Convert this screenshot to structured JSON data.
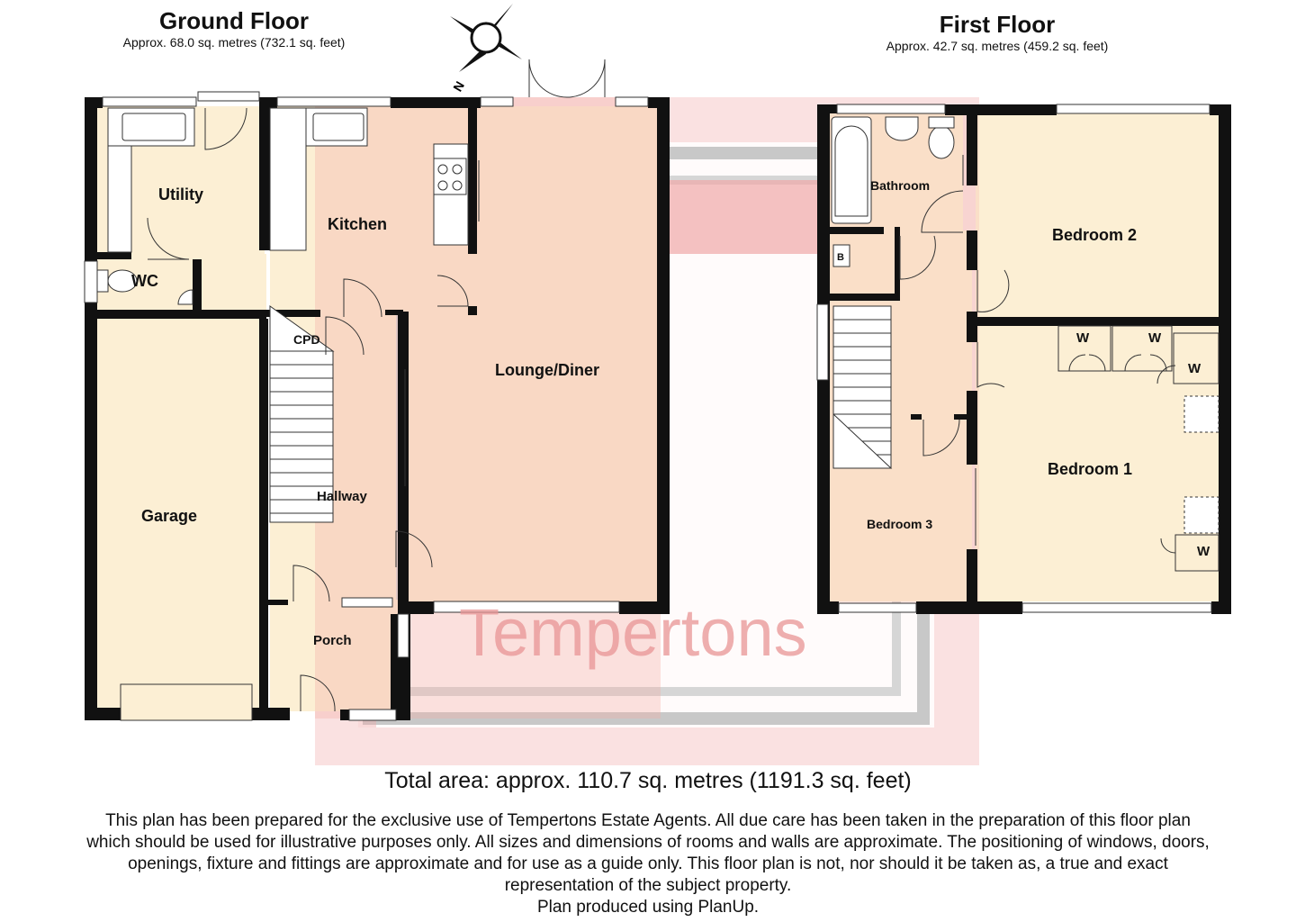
{
  "ground_floor": {
    "title": "Ground Floor",
    "area": "Approx. 68.0 sq. metres (732.1 sq. feet)",
    "rooms": {
      "utility": "Utility",
      "kitchen": "Kitchen",
      "wc": "WC",
      "cpd": "CPD",
      "lounge": "Lounge/Diner",
      "hallway": "Hallway",
      "garage": "Garage",
      "porch": "Porch"
    }
  },
  "first_floor": {
    "title": "First Floor",
    "area": "Approx. 42.7 sq. metres (459.2 sq. feet)",
    "rooms": {
      "bathroom": "Bathroom",
      "bedroom2": "Bedroom 2",
      "boiler": "B",
      "w1": "W",
      "w2": "W",
      "w3": "W",
      "w4": "W",
      "bedroom1": "Bedroom 1",
      "bedroom3": "Bedroom 3"
    }
  },
  "compass": {
    "north": "N"
  },
  "watermark": "Tempertons",
  "total_area": "Total area: approx. 110.7 sq. metres (1191.3 sq. feet)",
  "disclaimer": "This plan has been prepared for the exclusive use of Tempertons Estate Agents. All due care has been taken in the preparation of this floor plan\nwhich should be used for illustrative purposes only. All sizes and dimensions of rooms and walls are approximate. The positioning of windows, doors,\nopenings, fixture and fittings are approximate and for use as a guide only. This floor plan is not, nor should it be taken as, a true and exact\nrepresentation of the subject property.\nPlan produced using PlanUp.",
  "colors": {
    "room_fill": "#fcefd4",
    "wall": "#111111",
    "watermark_red": "#ef9a9a",
    "watermark_grey": "#cfcfcf"
  }
}
